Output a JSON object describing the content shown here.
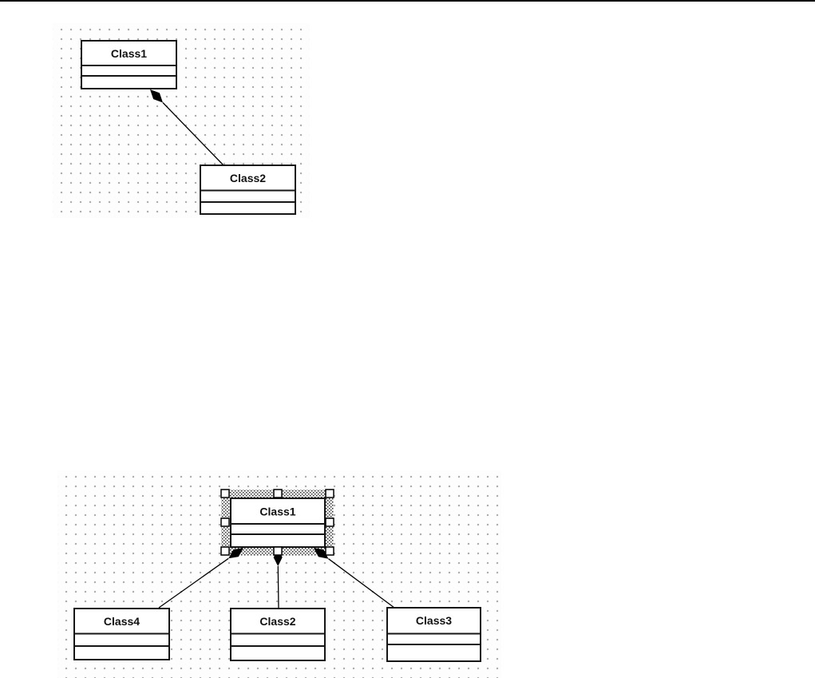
{
  "window": {
    "top_border_color": "#000000",
    "page_background": "#ffffff",
    "canvas_background": "#fdfdfd",
    "grid_dot_color": "#ababab",
    "line_color": "#000000",
    "selection_handle_fill": "#ffffff"
  },
  "diagram_top": {
    "nodes": [
      {
        "label": "Class1"
      },
      {
        "label": "Class2"
      }
    ],
    "edges": [
      {
        "type": "composition",
        "from": "Class2",
        "to": "Class1",
        "diamond_end": "Class1"
      }
    ]
  },
  "diagram_bottom": {
    "selected_node": "Class1",
    "nodes": [
      {
        "label": "Class1",
        "selected": true
      },
      {
        "label": "Class4",
        "selected": false
      },
      {
        "label": "Class2",
        "selected": false
      },
      {
        "label": "Class3",
        "selected": false
      }
    ],
    "edges": [
      {
        "type": "composition",
        "from": "Class4",
        "to": "Class1",
        "diamond_end": "Class1"
      },
      {
        "type": "composition",
        "from": "Class2",
        "to": "Class1",
        "diamond_end": "Class1"
      },
      {
        "type": "composition",
        "from": "Class3",
        "to": "Class1",
        "diamond_end": "Class1"
      }
    ]
  }
}
